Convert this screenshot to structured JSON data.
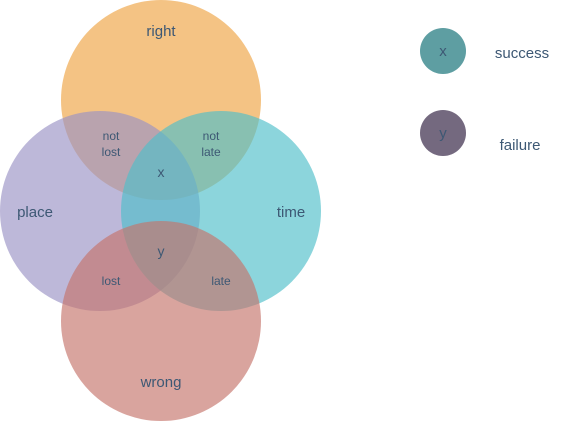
{
  "circles": {
    "top": {
      "label": "right",
      "color": "#f0a950"
    },
    "left": {
      "label": "place",
      "color": "#9a92c4"
    },
    "right": {
      "label": "time",
      "color": "#4fbfca"
    },
    "bottom": {
      "label": "wrong",
      "color": "#c4736a"
    }
  },
  "regions": {
    "top_left": {
      "line1": "not",
      "line2": "lost"
    },
    "top_right": {
      "line1": "not",
      "line2": "late"
    },
    "center_upper": {
      "label": "x"
    },
    "center_lower": {
      "label": "y"
    },
    "bottom_left": {
      "label": "lost"
    },
    "bottom_right": {
      "label": "late"
    }
  },
  "legend": [
    {
      "symbol": "x",
      "label": "success",
      "color": "#5e9ea2"
    },
    {
      "symbol": "y",
      "label": "failure",
      "color": "#74697f"
    }
  ]
}
